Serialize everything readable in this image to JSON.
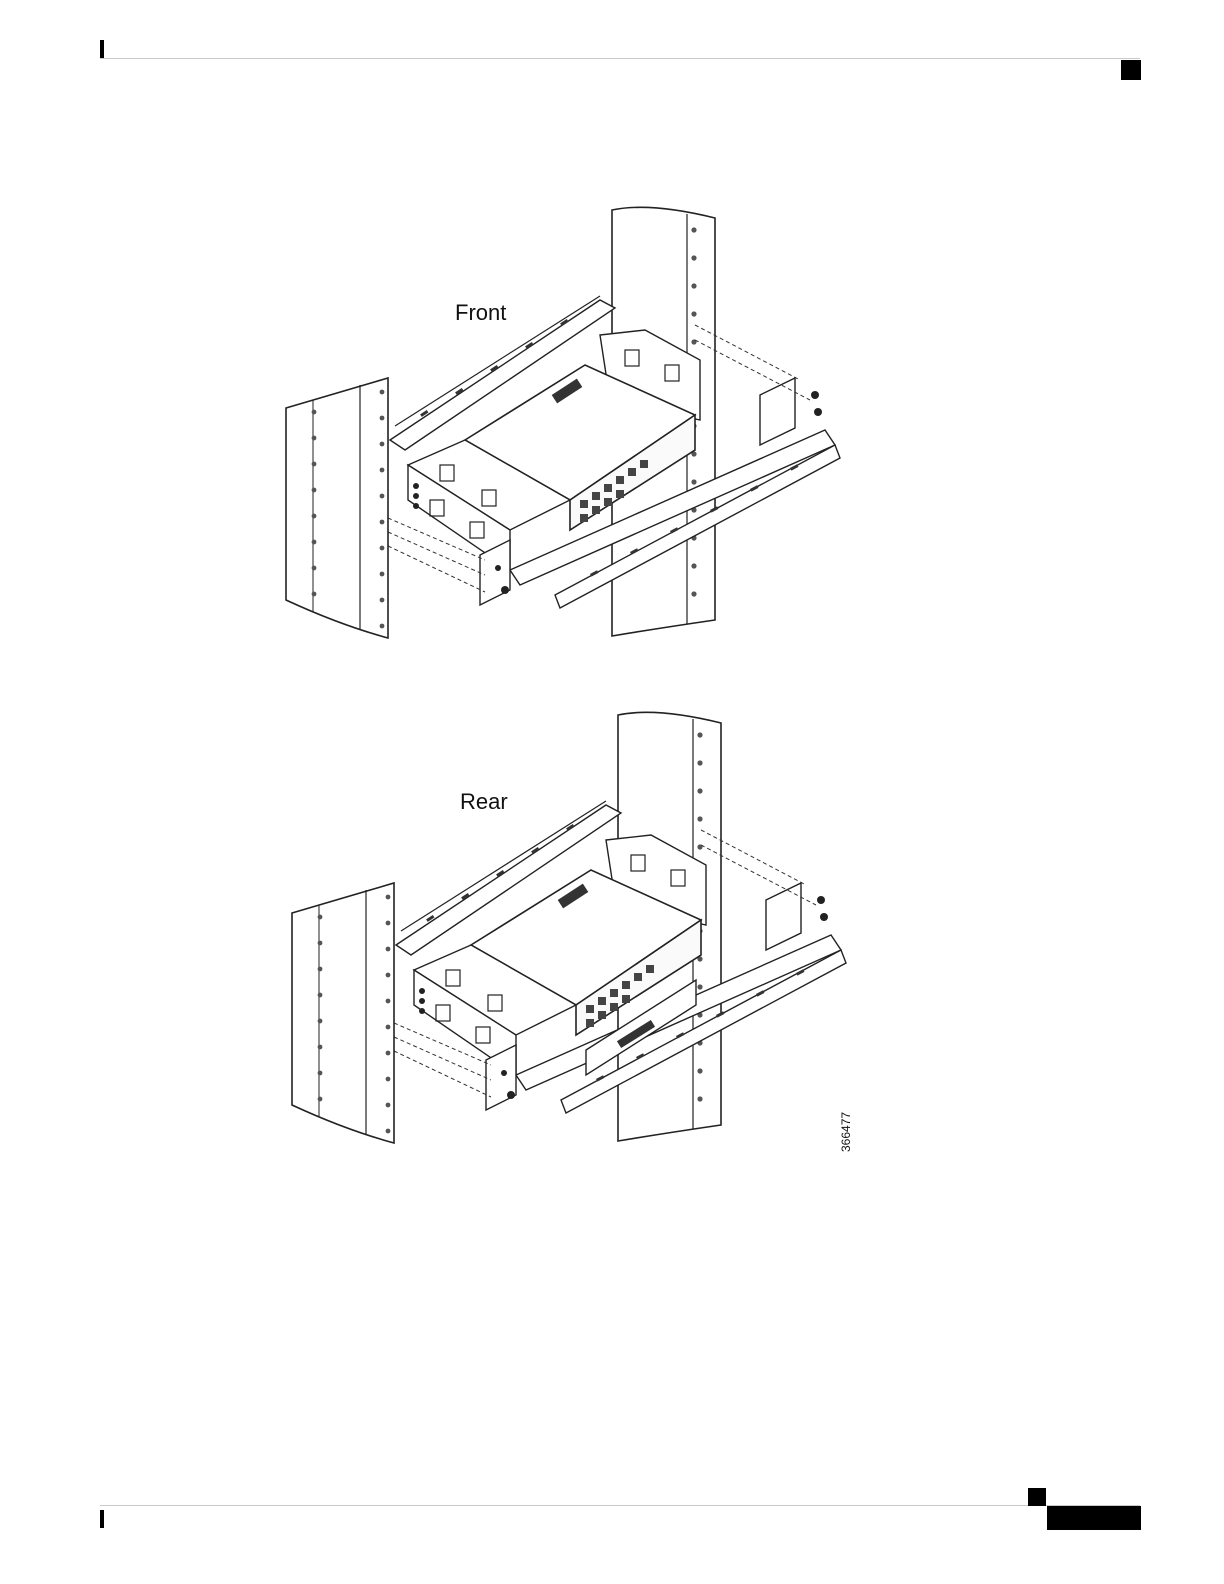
{
  "figure": {
    "front_label": "Front",
    "rear_label": "Rear",
    "figure_id": "366477"
  },
  "colors": {
    "ink": "#1a1a1a",
    "rule": "#c9c9c9",
    "accent": "#000000"
  }
}
